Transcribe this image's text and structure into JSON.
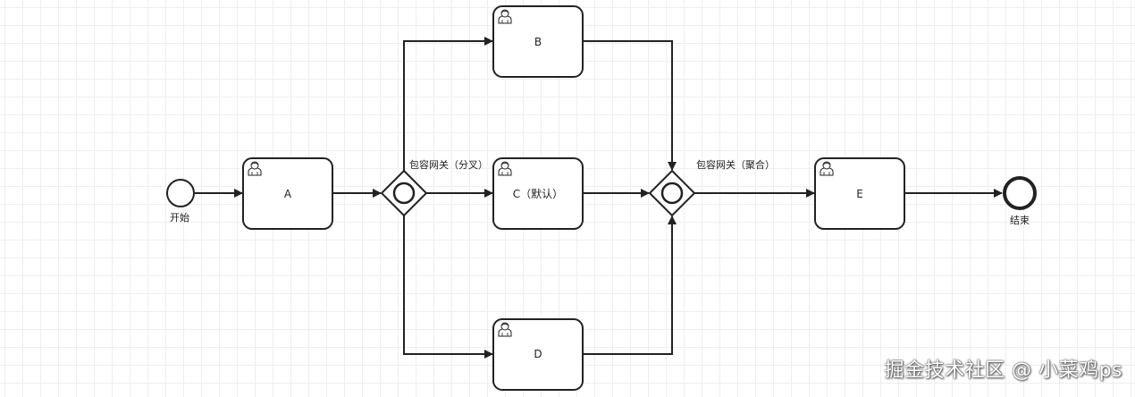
{
  "diagram": {
    "start_event": {
      "label": "开始"
    },
    "end_event": {
      "label": "结束"
    },
    "tasks": {
      "a": {
        "label": "A"
      },
      "b": {
        "label": "B"
      },
      "c": {
        "label": "C（默认）"
      },
      "d": {
        "label": "D"
      },
      "e": {
        "label": "E"
      }
    },
    "gateways": {
      "split": {
        "label": "包容网关（分叉）"
      },
      "join": {
        "label": "包容网关（聚合）"
      }
    }
  },
  "watermark": {
    "text": "掘金技术社区 @ 小菜鸡ps"
  },
  "colors": {
    "stroke": "#222222",
    "grid": "#eeeeee",
    "background": "#ffffff"
  }
}
